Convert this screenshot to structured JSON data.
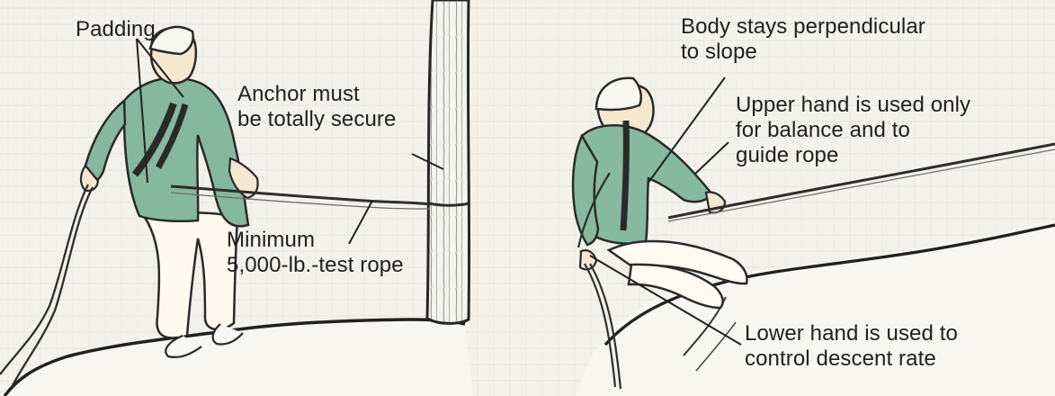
{
  "colors": {
    "background": "#f3f2ec",
    "shirt": "#88b79f",
    "skin": "#f6e7d1",
    "ink": "#2a2a2a",
    "tree": "#f4f4ef"
  },
  "labels": {
    "padding": "Padding",
    "anchor_line1": "Anchor must",
    "anchor_line2": "be totally secure",
    "minimum_line1": "Minimum",
    "minimum_line2": "5,000-lb.-test rope",
    "body_line1": "Body stays perpendicular",
    "body_line2": "to slope",
    "upper_line1": "Upper hand is used only",
    "upper_line2": "for balance and to",
    "upper_line3": "guide rope",
    "lower_line1": "Lower hand is used to",
    "lower_line2": "control descent rate"
  }
}
